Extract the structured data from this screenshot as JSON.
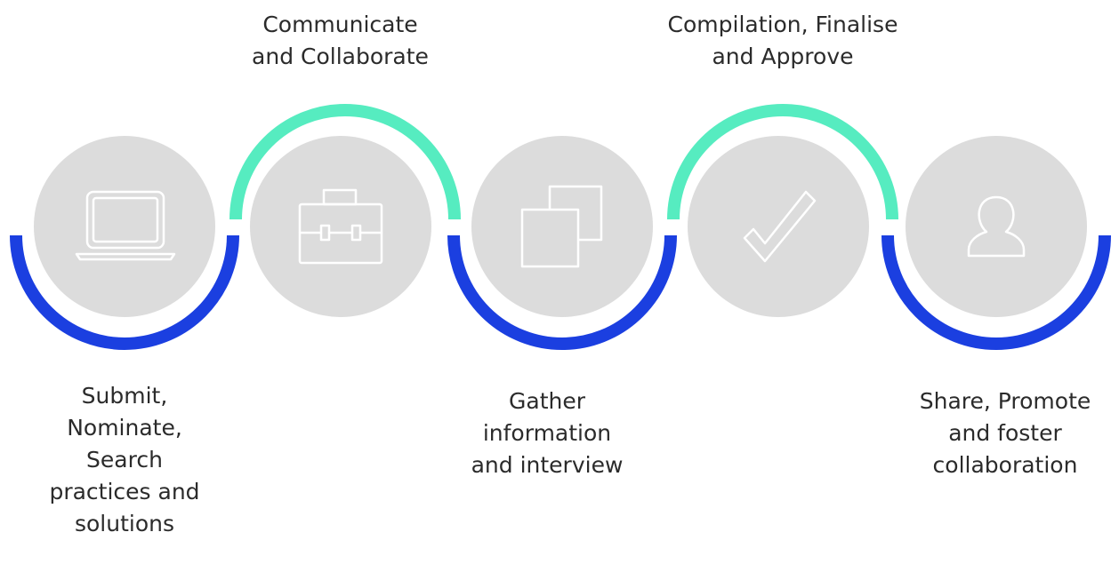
{
  "colors": {
    "circle_fill": "#dcdcdc",
    "icon_stroke": "#ffffff",
    "arc_bottom": "#1b3fe0",
    "arc_top": "#56ecc0",
    "text": "#2b2b2b"
  },
  "steps": [
    {
      "label": "Submit,\nNominate,\nSearch\npractices and\nsolutions",
      "icon": "laptop-icon",
      "arc": "bottom"
    },
    {
      "label": "Communicate\nand Collaborate",
      "icon": "briefcase-icon",
      "arc": "top"
    },
    {
      "label": "Gather\ninformation\nand interview",
      "icon": "copy-squares-icon",
      "arc": "bottom"
    },
    {
      "label": "Compilation, Finalise\nand Approve",
      "icon": "checkmark-icon",
      "arc": "top"
    },
    {
      "label": "Share, Promote\nand foster\ncollaboration",
      "icon": "person-icon",
      "arc": "bottom"
    }
  ]
}
